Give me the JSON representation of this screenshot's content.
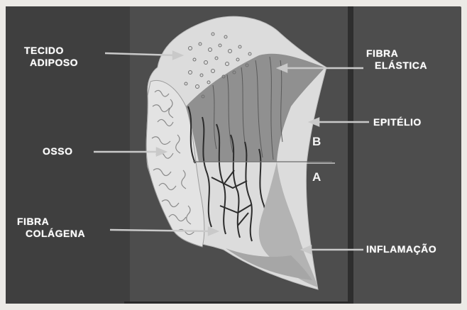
{
  "labels": {
    "tecido_adiposo": [
      "TECIDO",
      "ADIPOSO"
    ],
    "fibra_elastica": [
      "FIBRA",
      "ELÁSTICA"
    ],
    "epitelio": "EPITÉLIO",
    "osso": "OSSO",
    "fibra_colagena": [
      "FIBRA",
      "COLÁGENA"
    ],
    "inflamacao": "INFLAMAÇÃO"
  },
  "regions": {
    "b": "B",
    "a": "A"
  },
  "colors": {
    "background": "#4d4d4d",
    "tissue": "#dcdcdc",
    "fiber_region": "#8f8f8f",
    "inflammation": "#b5b5b5",
    "label_text": "#ffffff"
  }
}
